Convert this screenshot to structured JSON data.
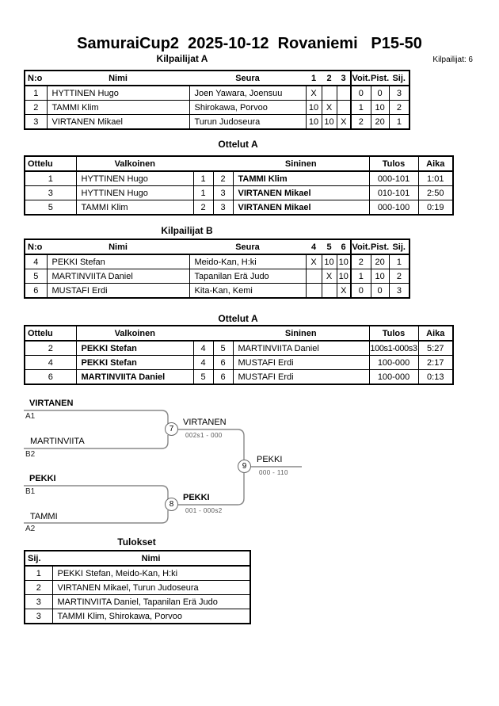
{
  "title": "SamuraiCup2  2025-10-12  Rovaniemi   P15-50",
  "competitors_count": "Kilpailijat: 6",
  "pool_a": {
    "heading": "Kilpailijat A",
    "col_headers": {
      "no": "N:o",
      "name": "Nimi",
      "club": "Seura",
      "c1": "1",
      "c2": "2",
      "c3": "3",
      "wins": "Voit.",
      "points": "Pist.",
      "place": "Sij."
    },
    "rows": [
      {
        "no": "1",
        "name": "HYTTINEN Hugo",
        "club": "Joen Yawara, Joensuu",
        "r1": "X",
        "r2": "",
        "r3": "",
        "wins": "0",
        "points": "0",
        "place": "3"
      },
      {
        "no": "2",
        "name": "TAMMI Klim",
        "club": "Shirokawa, Porvoo",
        "r1": "10",
        "r2": "X",
        "r3": "",
        "wins": "1",
        "points": "10",
        "place": "2"
      },
      {
        "no": "3",
        "name": "VIRTANEN Mikael",
        "club": "Turun Judoseura",
        "r1": "10",
        "r2": "10",
        "r3": "X",
        "wins": "2",
        "points": "20",
        "place": "1"
      }
    ]
  },
  "matches_a": {
    "heading": "Ottelut A",
    "col_headers": {
      "match": "Ottelu",
      "white": "Valkoinen",
      "blue": "Sininen",
      "result": "Tulos",
      "time": "Aika"
    },
    "rows": [
      {
        "match": "1",
        "white": "HYTTINEN Hugo",
        "wn": "1",
        "bn": "2",
        "blue": "TAMMI Klim",
        "result": "000-101",
        "time": "1:01"
      },
      {
        "match": "3",
        "white": "HYTTINEN Hugo",
        "wn": "1",
        "bn": "3",
        "blue": "VIRTANEN Mikael",
        "result": "010-101",
        "time": "2:50"
      },
      {
        "match": "5",
        "white": "TAMMI Klim",
        "wn": "2",
        "bn": "3",
        "blue": "VIRTANEN Mikael",
        "result": "000-100",
        "time": "0:19"
      }
    ]
  },
  "pool_b": {
    "heading": "Kilpailijat B",
    "col_headers": {
      "no": "N:o",
      "name": "Nimi",
      "club": "Seura",
      "c1": "4",
      "c2": "5",
      "c3": "6",
      "wins": "Voit.",
      "points": "Pist.",
      "place": "Sij."
    },
    "rows": [
      {
        "no": "4",
        "name": "PEKKI Stefan",
        "club": "Meido-Kan, H:ki",
        "r1": "X",
        "r2": "10",
        "r3": "10",
        "wins": "2",
        "points": "20",
        "place": "1"
      },
      {
        "no": "5",
        "name": "MARTINVIITA Daniel",
        "club": "Tapanilan Erä Judo",
        "r1": "",
        "r2": "X",
        "r3": "10",
        "wins": "1",
        "points": "10",
        "place": "2"
      },
      {
        "no": "6",
        "name": "MUSTAFI Erdi",
        "club": "Kita-Kan, Kemi",
        "r1": "",
        "r2": "",
        "r3": "X",
        "wins": "0",
        "points": "0",
        "place": "3"
      }
    ]
  },
  "matches_b": {
    "heading": "Ottelut A",
    "col_headers": {
      "match": "Ottelu",
      "white": "Valkoinen",
      "blue": "Sininen",
      "result": "Tulos",
      "time": "Aika"
    },
    "rows": [
      {
        "match": "2",
        "white": "PEKKI Stefan",
        "wn": "4",
        "bn": "5",
        "blue": "MARTINVIITA Daniel",
        "result": "100s1-000s3",
        "time": "5:27"
      },
      {
        "match": "4",
        "white": "PEKKI Stefan",
        "wn": "4",
        "bn": "6",
        "blue": "MUSTAFI Erdi",
        "result": "100-000",
        "time": "2:17"
      },
      {
        "match": "6",
        "white": "MARTINVIITA Daniel",
        "wn": "5",
        "bn": "6",
        "blue": "MUSTAFI Erdi",
        "result": "100-000",
        "time": "0:13"
      }
    ]
  },
  "bracket": {
    "seed_a1": {
      "name": "VIRTANEN",
      "label": "A1"
    },
    "seed_b2": {
      "name": "MARTINVIITA",
      "label": "B2"
    },
    "seed_b1": {
      "name": "PEKKI",
      "label": "B1"
    },
    "seed_a2": {
      "name": "TAMMI",
      "label": "A2"
    },
    "match7": {
      "number": "7",
      "winner": "VIRTANEN",
      "score": "002s1 - 000"
    },
    "match8": {
      "number": "8",
      "winner": "PEKKI",
      "score": "001 - 000s2"
    },
    "match9": {
      "number": "9",
      "winner": "PEKKI",
      "score": "000 - 110"
    }
  },
  "results": {
    "heading": "Tulokset",
    "col_headers": {
      "place": "Sij.",
      "name": "Nimi"
    },
    "rows": [
      {
        "place": "1",
        "name": "PEKKI Stefan, Meido-Kan, H:ki"
      },
      {
        "place": "2",
        "name": "VIRTANEN Mikael, Turun Judoseura"
      },
      {
        "place": "3",
        "name": "MARTINVIITA Daniel, Tapanilan Erä Judo"
      },
      {
        "place": "3",
        "name": "TAMMI Klim, Shirokawa, Porvoo"
      }
    ]
  }
}
